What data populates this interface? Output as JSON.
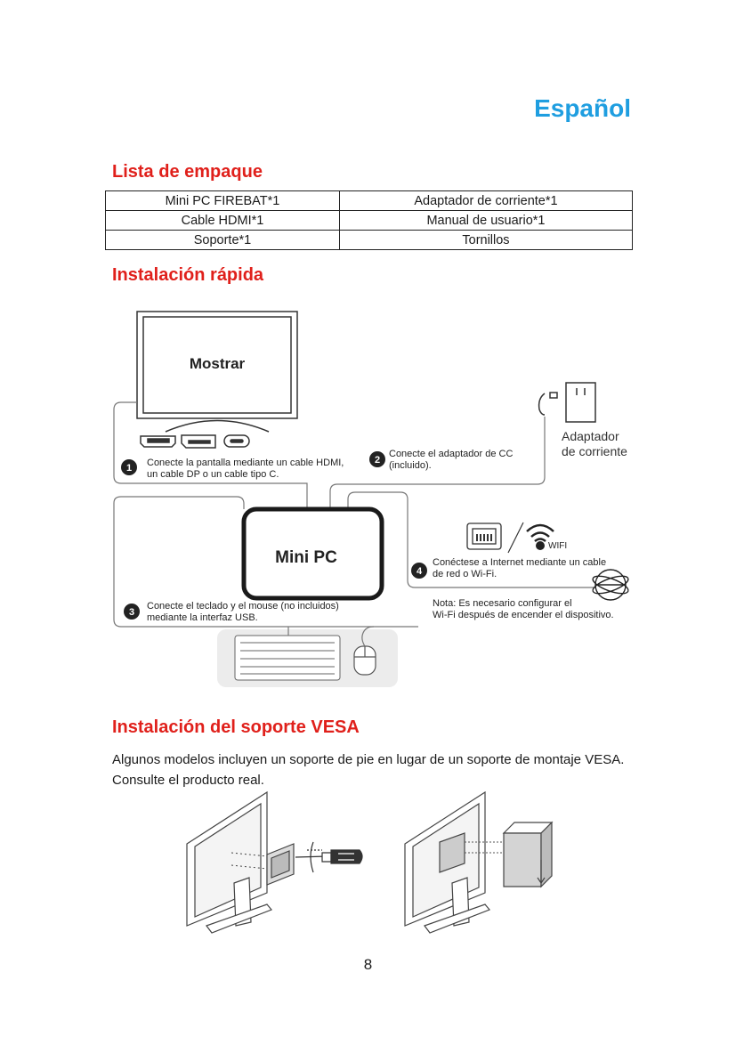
{
  "language_heading": "Español",
  "packing": {
    "title": "Lista de empaque",
    "rows": [
      [
        "Mini PC FIREBAT*1",
        "Adaptador de corriente*1"
      ],
      [
        "Cable HDMI*1",
        "Manual de usuario*1"
      ],
      [
        "Soporte*1",
        "Tornillos"
      ]
    ]
  },
  "quick": {
    "title": "Instalación rápida",
    "monitor_label": "Mostrar",
    "adapter_label_1": "Adaptador",
    "adapter_label_2": "de corriente",
    "minipc_label": "Mini PC",
    "wifi_label": "WIFI",
    "steps": [
      {
        "num": "1",
        "line1": "Conecte la pantalla mediante un cable HDMI,",
        "line2": "un cable DP o un cable tipo C."
      },
      {
        "num": "2",
        "line1": "Conecte el adaptador de CC",
        "line2": "(incluido)."
      },
      {
        "num": "3",
        "line1": "Conecte el teclado y el mouse (no incluidos)",
        "line2": "mediante la interfaz USB."
      },
      {
        "num": "4",
        "line1": "Conéctese a Internet mediante un cable",
        "line2": "de red o Wi-Fi."
      }
    ],
    "note_line1": "Nota: Es necesario configurar el",
    "note_line2": "Wi-Fi después de encender el dispositivo."
  },
  "vesa": {
    "title": "Instalación del soporte VESA",
    "text": "Algunos modelos incluyen un soporte de pie en lugar de un soporte de montaje VESA. Consulte el producto real."
  },
  "page_number": "8",
  "colors": {
    "heading_blue": "#1f9ee0",
    "heading_red": "#e0201b"
  },
  "icons": [
    "hdmi-port-icon",
    "dp-port-icon",
    "usb-c-port-icon",
    "ethernet-port-icon",
    "wifi-icon",
    "globe-icon",
    "screwdriver-icon"
  ]
}
